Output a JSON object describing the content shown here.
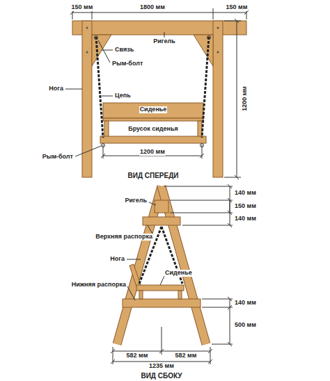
{
  "diagram": {
    "labels": [
      "150 мм",
      "1800 мм",
      "150 мм",
      "Ригель",
      "Связь",
      "Рым-болт",
      "Цепь",
      "Сиденье",
      "Нога",
      "1200 мм",
      "Брусок сиденья",
      "Рым-болт",
      "1200 мм",
      "ВИД СПЕРЕДИ",
      "140 мм",
      "Ригель",
      "150 мм",
      "140 мм",
      "Верхняя распорка",
      "Нога",
      "Сиденье",
      "Нижняя распорка",
      "140 мм",
      "500 мм",
      "582 мм",
      "582 мм",
      "1235 мм",
      "ВИД СБОКУ"
    ]
  }
}
